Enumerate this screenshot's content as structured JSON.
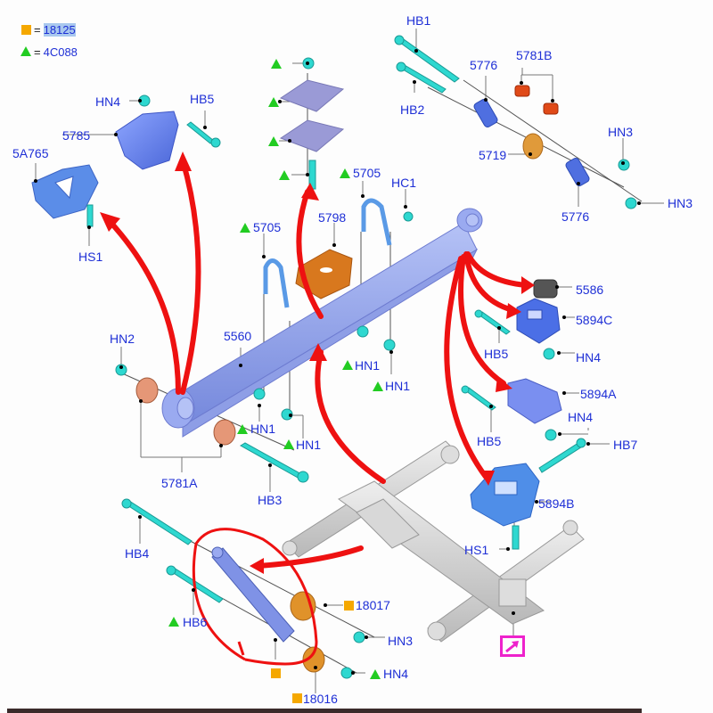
{
  "legend": {
    "square": {
      "code": "18125",
      "highlighted": true,
      "color": "#f5a800"
    },
    "triangle": {
      "code": "4C088",
      "color": "#22cc22"
    },
    "equals": "="
  },
  "labels": {
    "hb1": "HB1",
    "hb2": "HB2",
    "l5776_top": "5776",
    "l5781b": "5781B",
    "l5719": "5719",
    "hn3_a": "HN3",
    "hn3_b": "HN3",
    "l5776_bot": "5776",
    "hn4_top": "HN4",
    "hb5_top": "HB5",
    "l5785": "5785",
    "l5a765": "5A765",
    "hs1_top": "HS1",
    "l5705_right": "5705",
    "hc1": "HC1",
    "l5798": "5798",
    "l5705_left": "5705",
    "l5586": "5586",
    "l5894c": "5894C",
    "hb5_mid": "HB5",
    "hn4_mid": "HN4",
    "l5894a": "5894A",
    "hn4_right": "HN4",
    "hb5_low": "HB5",
    "hb7": "HB7",
    "hn2": "HN2",
    "l5560": "5560",
    "hn1_a": "HN1",
    "hn1_b": "HN1",
    "hn1_c": "HN1",
    "hn1_d": "HN1",
    "l5781a": "5781A",
    "hb3": "HB3",
    "l5894b": "5894B",
    "hs1_bot": "HS1",
    "hb4": "HB4",
    "hb6": "HB6",
    "l18017": "18017",
    "hn3_c": "HN3",
    "hn4_bot": "HN4",
    "l18016": "18016"
  },
  "colors": {
    "label_blue": "#1e2fd6",
    "arrow_red": "#ee1111",
    "part_blue": "#5a78e0",
    "fastener_cyan": "#2ed8d0",
    "bushing_orange": "#e08a2a",
    "nav_magenta": "#ee22cc"
  }
}
